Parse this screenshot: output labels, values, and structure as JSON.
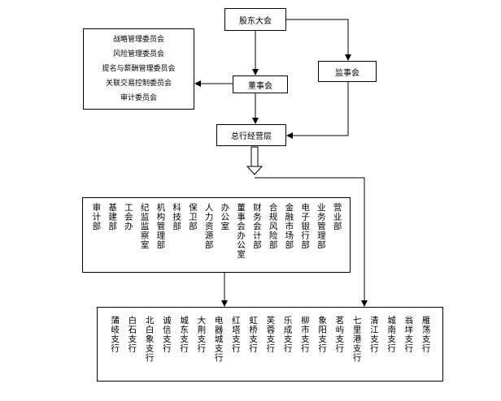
{
  "shareholders_meeting": "股东大会",
  "supervisory_board": "监事会",
  "board_of_directors": "董事会",
  "general_manager_office": "总行经营层",
  "committees": [
    "战略管理委员会",
    "风险管理委员会",
    "提名与薪酬管理委员会",
    "关联交易控制委员会",
    "审计委员会"
  ],
  "departments": [
    [
      "营业部"
    ],
    [
      "业务管理部"
    ],
    [
      "电子银行部"
    ],
    [
      "金融市场部"
    ],
    [
      "合规风险部"
    ],
    [
      "财务会计部"
    ],
    [
      "董事会办公室"
    ],
    [
      "办公室"
    ],
    [
      "人力资源部"
    ],
    [
      "保卫部"
    ],
    [
      "科技部"
    ],
    [
      "机构管理部"
    ],
    [
      "纪监监察室"
    ],
    [
      "工会办"
    ],
    [
      "基建部"
    ],
    [
      "审计部"
    ]
  ],
  "branches": [
    "雁荡支行",
    "翁垟支行",
    "城南支行",
    "清江支行",
    "七里港支行",
    "茗屿支行",
    "象阳支行",
    "柳市支行",
    "乐成支行",
    "芙蓉支行",
    "虹桥支行",
    "红塔支行",
    "电器城支行",
    "大荆支行",
    "城东支行",
    "诚信支行",
    "北白象支行",
    "白石支行",
    "蒲岐支行"
  ]
}
